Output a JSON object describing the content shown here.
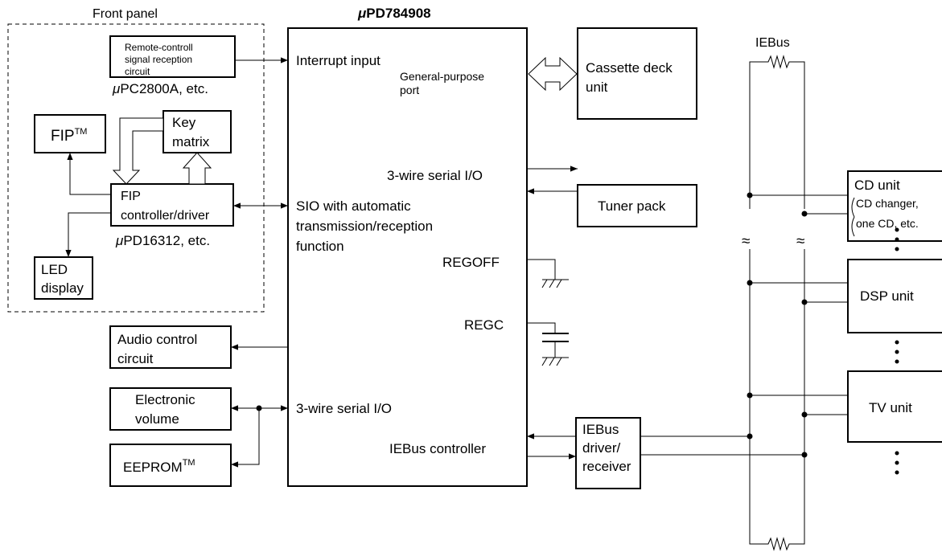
{
  "front_panel": {
    "label": "Front panel",
    "remote": [
      "Remote-controll",
      "signal reception",
      "circuit"
    ],
    "remote_part": [
      "μ",
      "PC2800A, etc."
    ],
    "fip": [
      "FIP",
      "TM"
    ],
    "key_matrix": [
      "Key",
      "matrix"
    ],
    "fip_controller": [
      "FIP",
      "controller/driver"
    ],
    "fip_part": [
      "μ",
      "PD16312, etc."
    ],
    "led": [
      "LED",
      "display"
    ]
  },
  "mcu": {
    "title": [
      "μ",
      "PD784908"
    ],
    "interrupt": "Interrupt input",
    "gp_port": [
      "General-purpose",
      "port"
    ],
    "serial_io_1": "3-wire serial I/O",
    "sio": [
      "SIO with automatic",
      "transmission/reception",
      "function"
    ],
    "regoff": "REGOFF",
    "regc": "REGC",
    "serial_io_2": "3-wire serial I/O",
    "iebus_ctrl": "IEBus controller"
  },
  "left_blocks": {
    "audio": [
      "Audio control",
      "circuit"
    ],
    "evol": [
      "Electronic",
      "volume"
    ],
    "eeprom": [
      "EEPROM",
      "TM"
    ]
  },
  "right_blocks": {
    "cassette": [
      "Cassette deck",
      "unit"
    ],
    "tuner": "Tuner pack",
    "iebus_driver": [
      "IEBus",
      "driver/",
      "receiver"
    ],
    "iebus_label": "IEBus",
    "cd_unit": [
      "CD unit",
      "CD changer,",
      "one CD, etc."
    ],
    "dsp_unit": "DSP unit",
    "tv_unit": "TV unit",
    "break_mark": "≈"
  }
}
